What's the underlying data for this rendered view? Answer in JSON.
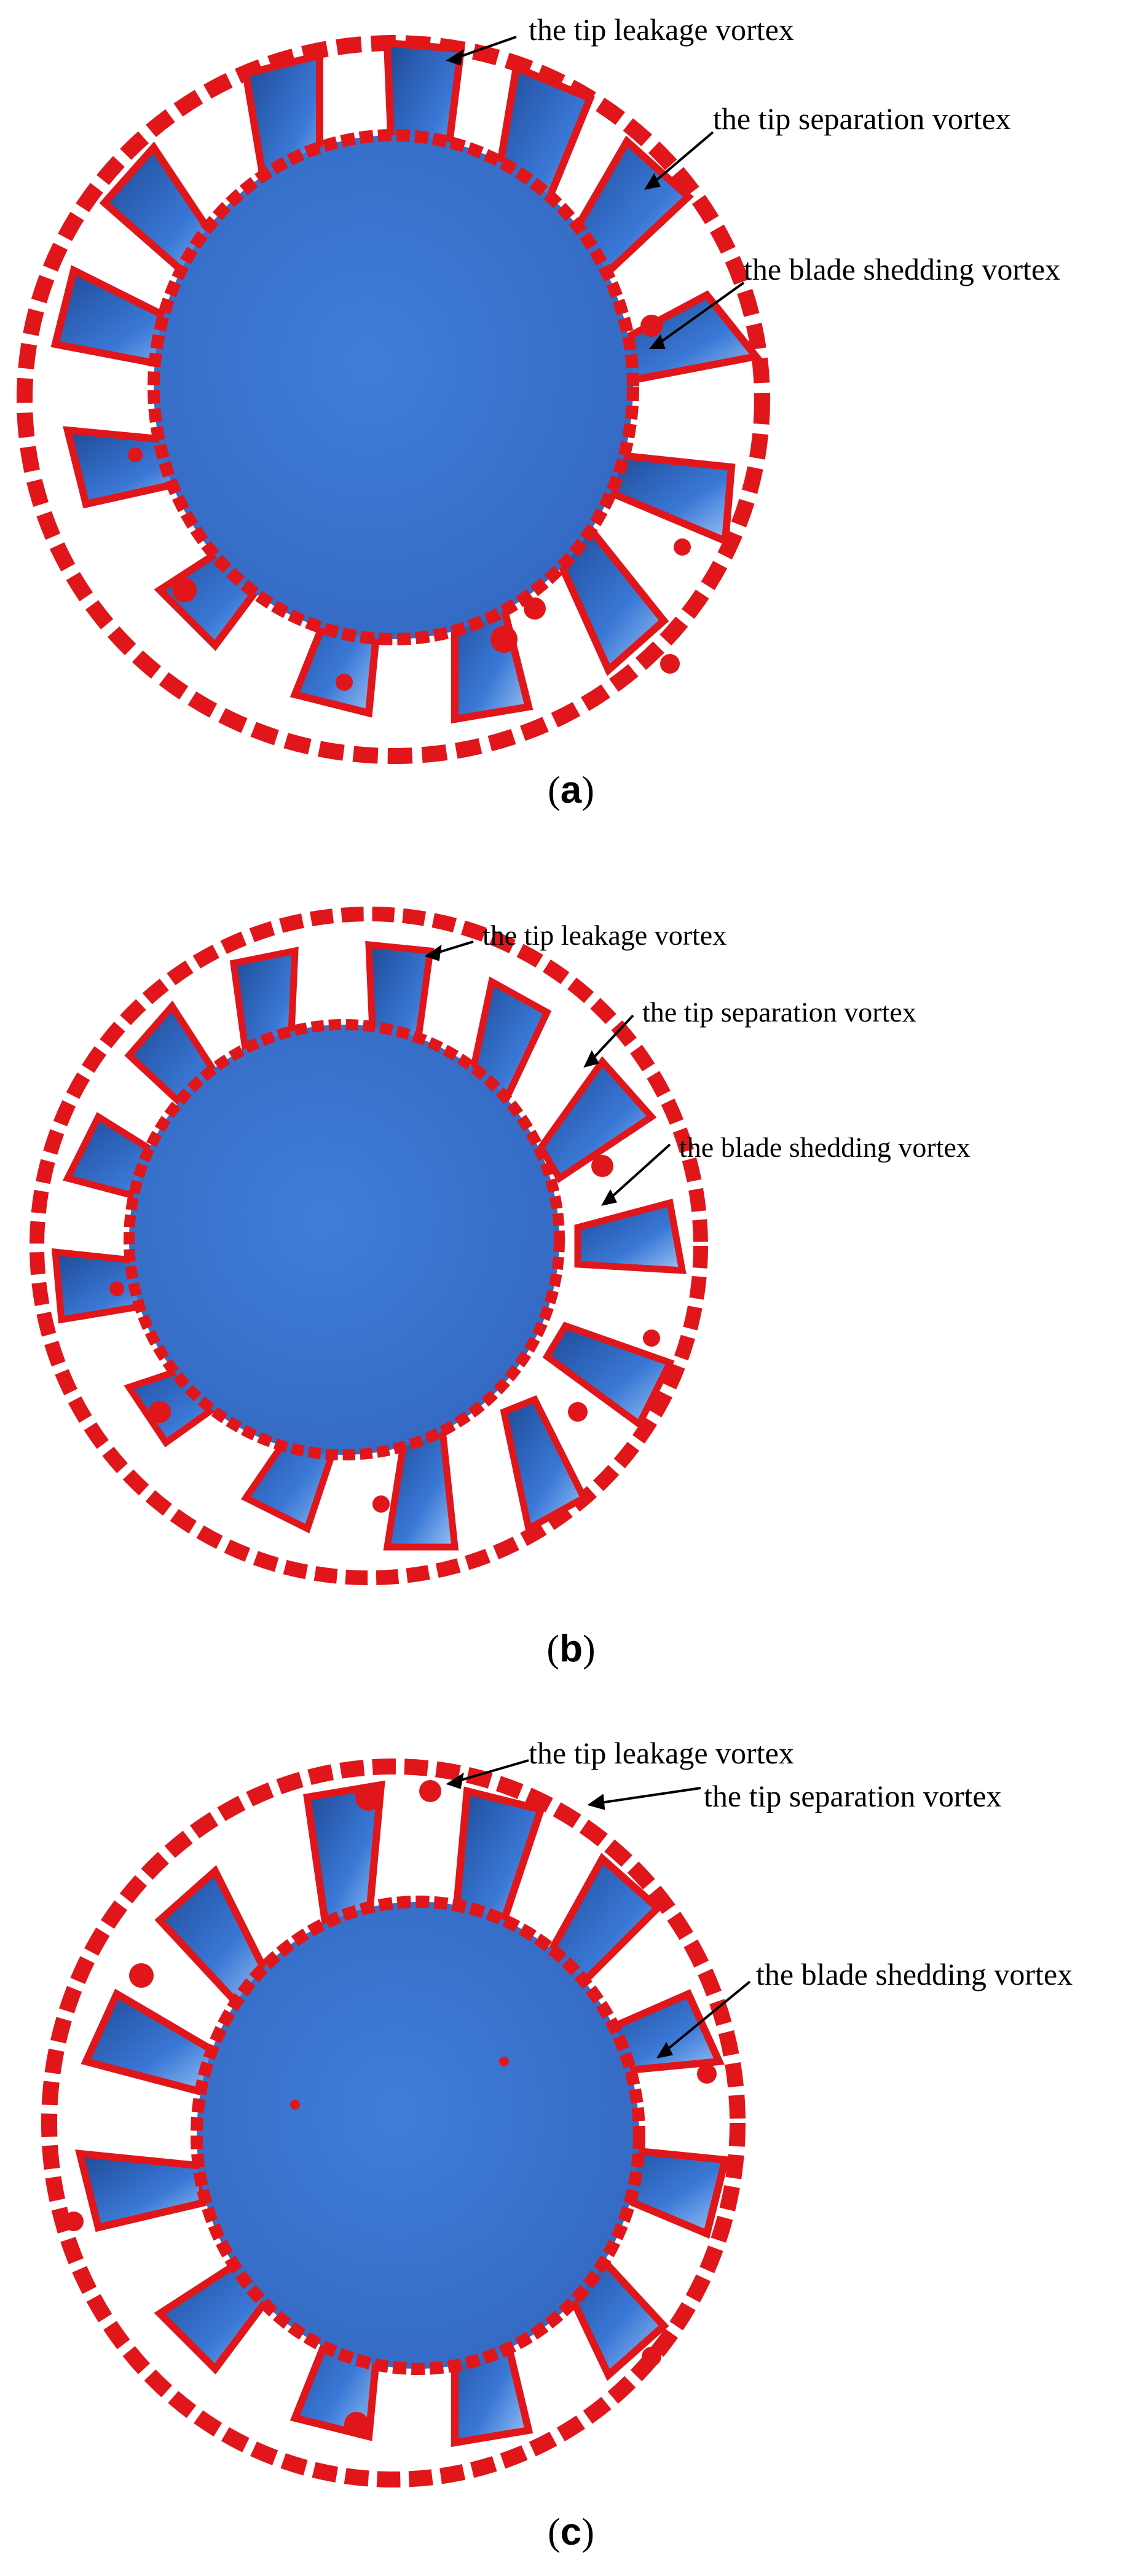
{
  "panels": [
    {
      "id": "a",
      "caption_open": "(",
      "caption_letter": "a",
      "caption_close": ")",
      "labels": [
        "the tip leakage vortex",
        "the tip separation vortex",
        "the blade shedding vortex"
      ]
    },
    {
      "id": "b",
      "caption_open": "(",
      "caption_letter": "b",
      "caption_close": ")",
      "labels": [
        "the tip leakage vortex",
        "the tip separation vortex",
        "the blade shedding vortex"
      ]
    },
    {
      "id": "c",
      "caption_open": "(",
      "caption_letter": "c",
      "caption_close": ")",
      "labels": [
        "the tip leakage vortex",
        "the tip separation vortex",
        "the blade shedding vortex"
      ]
    }
  ],
  "colors": {
    "hub": "#3A78D6",
    "blade_light": "#4E8FE8",
    "blade_dark": "#1E4A96",
    "vortex": "#E0161B",
    "arrow": "#000000"
  }
}
